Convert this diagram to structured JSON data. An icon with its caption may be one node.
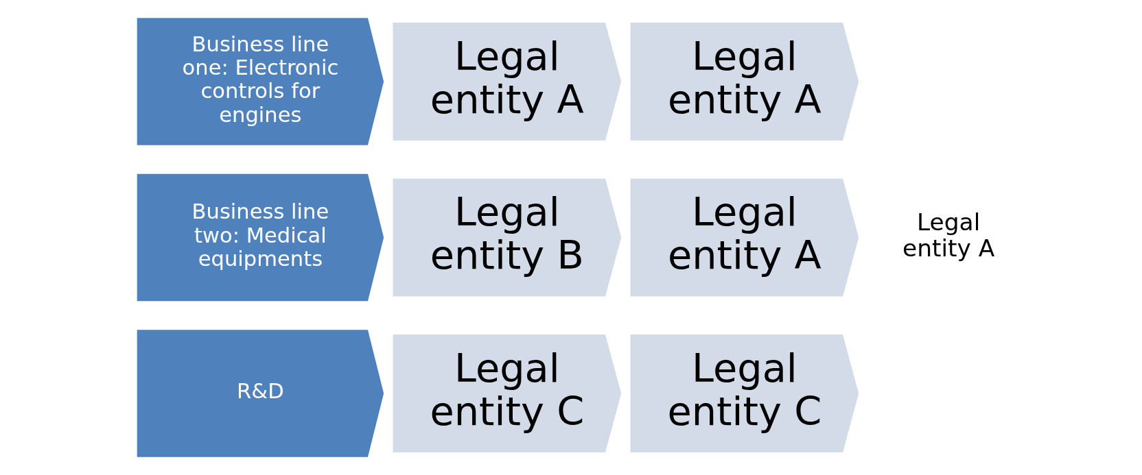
{
  "diagram": {
    "nodes": [
      {
        "text": [
          "Business line one: Electronic controls for engines"
        ]
      },
      {
        "text": [
          "Legal entity A"
        ]
      },
      {
        "text": [
          "Legal entity A"
        ]
      },
      {
        "text": [
          "Business line two: Medical equipments"
        ]
      },
      {
        "text": [
          "Legal entity B"
        ]
      },
      {
        "text": [
          "Legal entity A"
        ]
      },
      {
        "text": [
          "R&D"
        ]
      },
      {
        "text": [
          "Legal entity C"
        ]
      },
      {
        "text": [
          "Legal entity C"
        ]
      }
    ],
    "edges": [],
    "labels": [
      "Legal entity A"
    ]
  }
}
